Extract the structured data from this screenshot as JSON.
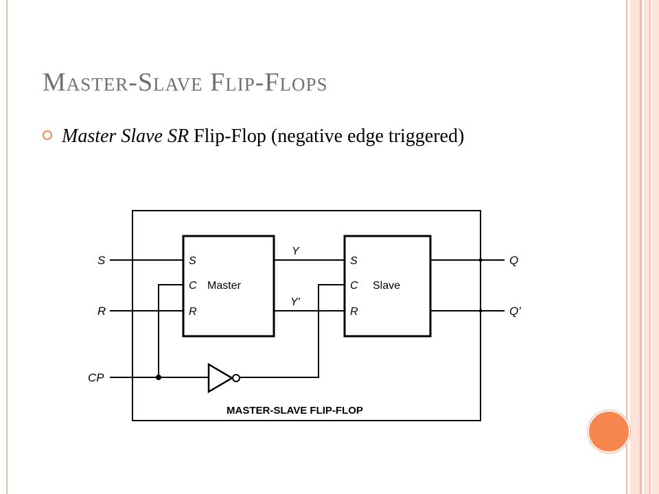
{
  "title": "Master-Slave Flip-Flops",
  "bullet": {
    "italic": "Master Slave SR",
    "rest": " Flip-Flop (negative edge triggered)"
  },
  "diagram": {
    "inputs": {
      "s": "S",
      "r": "R",
      "cp": "CP"
    },
    "outputs": {
      "q": "Q",
      "q_bar": "Q'"
    },
    "master": {
      "label": "Master",
      "pins": {
        "s": "S",
        "c": "C",
        "r": "R"
      }
    },
    "slave": {
      "label": "Slave",
      "pins": {
        "s": "S",
        "c": "C",
        "r": "R"
      }
    },
    "internal": {
      "y": "Y",
      "y_bar": "Y'"
    },
    "caption": "MASTER-SLAVE FLIP-FLOP"
  },
  "colors": {
    "title": "#707070",
    "accent": "#f7874e",
    "border_pink": "#f3b9a9",
    "stripe_light": "#fde3da"
  }
}
